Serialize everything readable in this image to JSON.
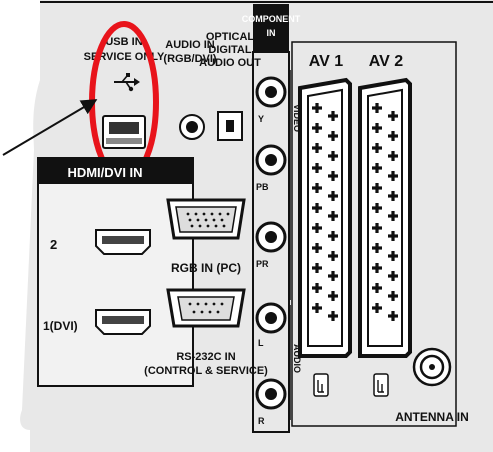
{
  "labels": {
    "usb_line1": "USB IN",
    "usb_line2": "SERVICE ONLY",
    "audio_in_line1": "AUDIO IN",
    "audio_in_line2": "(RGB/DVI)",
    "optical_line1": "OPTICAL",
    "optical_line2": "DIGITAL",
    "optical_line3": "AUDIO OUT",
    "component_line1": "COMPONENT",
    "component_line2": "IN",
    "video": "VIDEO",
    "audio": "AUDIO",
    "jack_y": "Y",
    "jack_pb": "PB",
    "jack_pr": "PR",
    "jack_l": "L",
    "jack_r": "R",
    "hdmi_header": "HDMI/DVI IN",
    "hdmi_2": "2",
    "hdmi_1": "1(DVI)",
    "rgb_in": "RGB IN (PC)",
    "rs232_line1": "RS-232C IN",
    "rs232_line2": "(CONTROL & SERVICE)",
    "av1": "AV 1",
    "av2": "AV 2",
    "antenna": "ANTENNA IN"
  },
  "colors": {
    "panel": "#e8e8e8",
    "outline": "#111111",
    "highlight_circle": "#e8141b",
    "hdmi_header_bg": "#111111",
    "hdmi_header_text": "#ffffff"
  },
  "icons": [
    "usb-symbol-icon",
    "scart-connector-icon",
    "dsub-connector-icon",
    "rca-jack-icon",
    "antenna-coax-icon",
    "callout-arrow-icon"
  ]
}
